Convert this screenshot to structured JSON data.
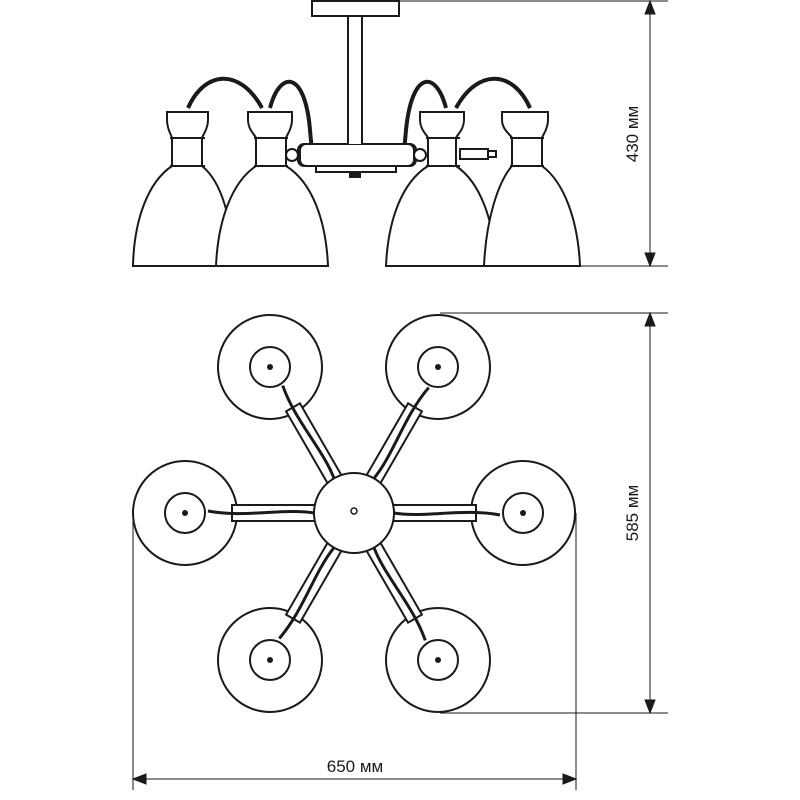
{
  "dimensions": {
    "height": "430 мм",
    "depth": "585 мм",
    "width": "650 мм"
  },
  "colors": {
    "line": "#1a1a1a",
    "dim_line": "#1a1a1a",
    "background": "#ffffff"
  },
  "views": {
    "side": {
      "shade_count": 4
    },
    "top": {
      "arm_count": 6
    }
  }
}
